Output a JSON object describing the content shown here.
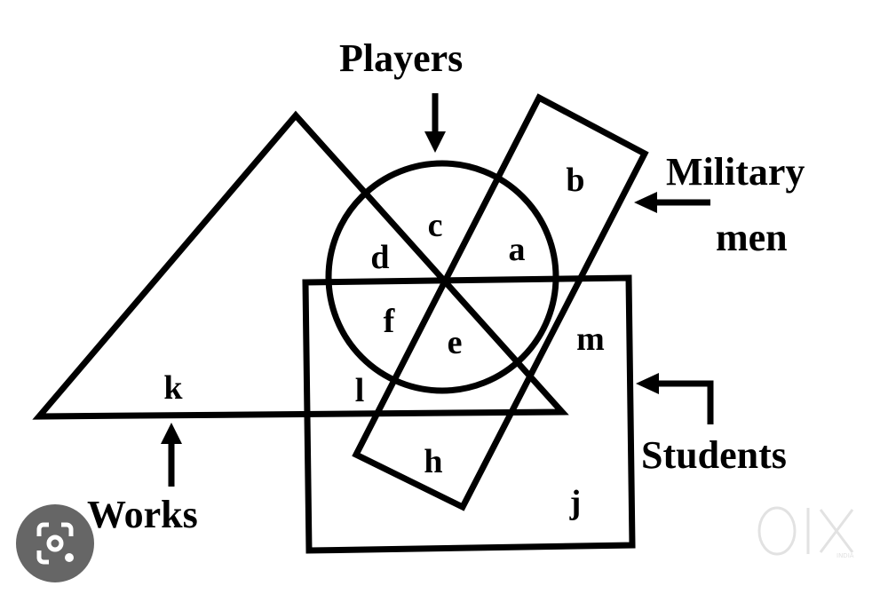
{
  "labels": {
    "players": "Players",
    "military_line1": "Military",
    "military_line2": "men",
    "students": "Students",
    "works": "Works"
  },
  "regions": {
    "a": "a",
    "b": "b",
    "c": "c",
    "d": "d",
    "e": "e",
    "f": "f",
    "h": "h",
    "j": "j",
    "k": "k",
    "l": "l",
    "m": "m"
  },
  "watermark": {
    "brand": "OLX",
    "sub": "INDIA"
  },
  "icons": {
    "lens": "google-lens-icon"
  },
  "colors": {
    "stroke": "#000000",
    "lens_bg": "#666666",
    "watermark": "#e6e6e6"
  }
}
